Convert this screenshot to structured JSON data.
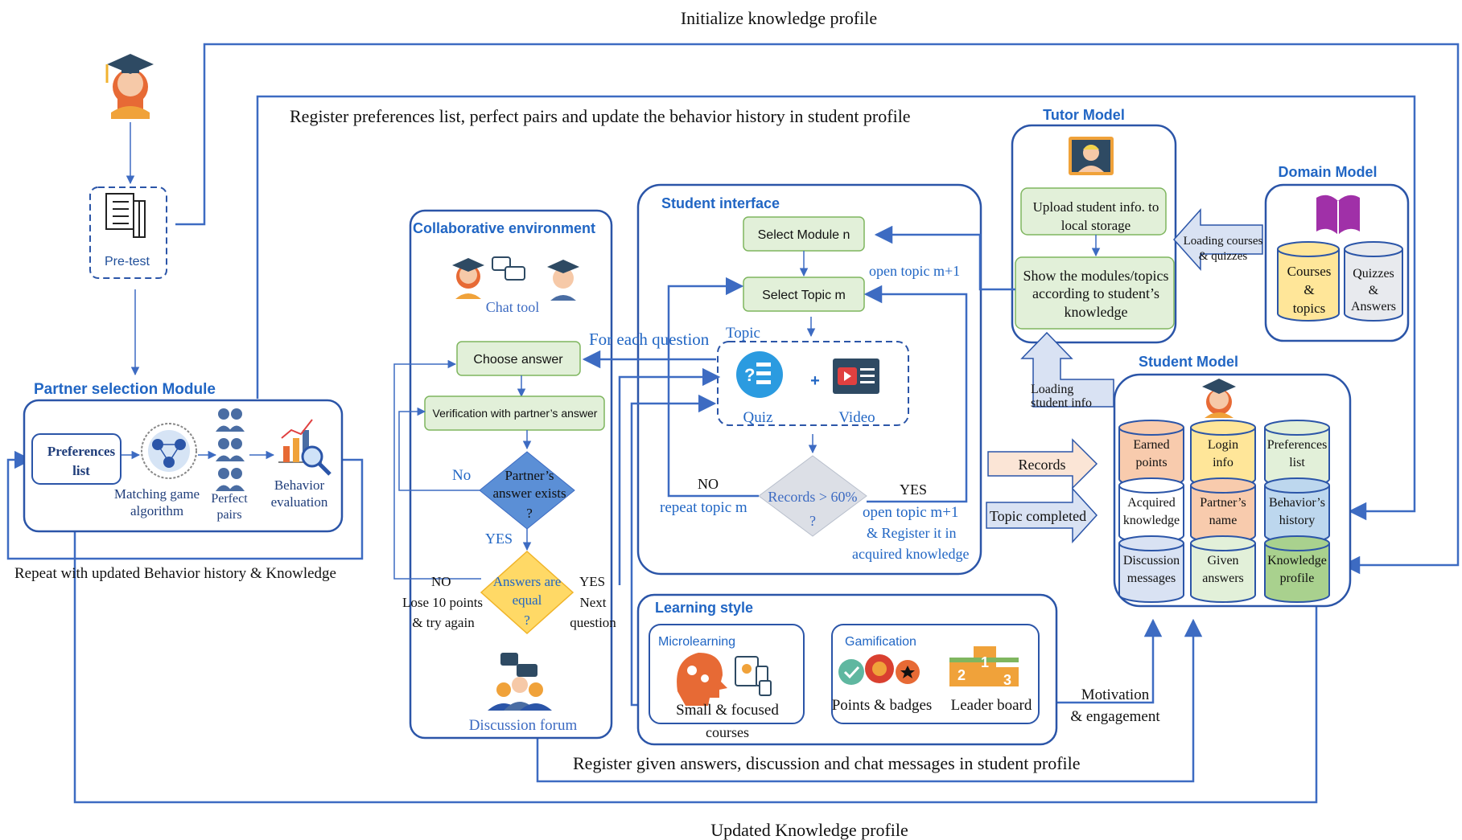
{
  "colors": {
    "blue": "#3d6bc2",
    "dark_blue": "#2b55a8",
    "title_blue": "#2166c4",
    "green_fill": "#e2f0d9",
    "green_stroke": "#7fb65f",
    "diamond_blue": "#5b8fd6",
    "diamond_grey": "#dcdfe6",
    "diamond_yellow": "#ffd966"
  },
  "top_labels": {
    "initialize": "Initialize knowledge profile",
    "register_prefs": "Register preferences list, perfect pairs and update the behavior history in student profile",
    "register_answers": "Register given answers, discussion and chat messages in student profile",
    "updated_knowledge": "Updated Knowledge profile",
    "repeat": "Repeat with updated Behavior history & Knowledge"
  },
  "pretest": {
    "label": "Pre-test"
  },
  "partner_module": {
    "title": "Partner selection Module",
    "preferences_line1": "Preferences",
    "preferences_line2": "list",
    "matching_line1": "Matching game",
    "matching_line2": "algorithm",
    "perfect_line1": "Perfect",
    "perfect_line2": "pairs",
    "behavior_line1": "Behavior",
    "behavior_line2": "evaluation"
  },
  "collab": {
    "title": "Collaborative environment",
    "chat_tool": "Chat tool",
    "choose_answer": "Choose answer",
    "verification": "Verification with partner’s answer",
    "no": "No",
    "partner_line1": "Partner’s",
    "partner_line2": "answer exists",
    "q": "?",
    "yes": "YES",
    "answers_line1": "Answers are",
    "answers_line2": "equal",
    "no2": "NO",
    "lose_line1": "Lose 10 points",
    "lose_line2": "& try again",
    "yes2": "YES",
    "next_line1": "Next",
    "next_line2": "question",
    "discussion_forum": "Discussion forum"
  },
  "student_interface": {
    "title": "Student interface",
    "select_module": "Select Module n",
    "select_topic": "Select Topic m",
    "open_topic": "open topic m+1",
    "for_each": "For each question",
    "topic": "Topic",
    "quiz": "Quiz",
    "plus": "+",
    "video": "Video",
    "no": "NO",
    "repeat_topic": "repeat topic m",
    "records": "Records > 60%",
    "q": "?",
    "yes": "YES",
    "open_line1": "open topic m+1",
    "open_line2": "& Register it in",
    "open_line3": "acquired knowledge"
  },
  "learning_style": {
    "title": "Learning style",
    "micro_title": "Microlearning",
    "micro_line1": "Small & focused",
    "micro_line2": "courses",
    "gam_title": "Gamification",
    "points": "Points & badges",
    "leader": "Leader board",
    "rank1": "1",
    "rank2": "2",
    "rank3": "3",
    "motivation_line1": "Motivation",
    "motivation_line2": "& engagement"
  },
  "tutor": {
    "title": "Tutor Model",
    "upload_line1": "Upload student info. to",
    "upload_line2": "local storage",
    "show_line1": "Show the modules/topics",
    "show_line2": "according to student’s",
    "show_line3": "knowledge"
  },
  "domain": {
    "title": "Domain Model",
    "courses": [
      "Courses",
      "&",
      "topics"
    ],
    "quizzes": [
      "Quizzes",
      "&",
      "Answers"
    ]
  },
  "arrows": {
    "loading_courses_line1": "Loading courses",
    "loading_courses_line2": "& quizzes",
    "loading_student_line1": "Loading",
    "loading_student_line2": "student info",
    "records": "Records",
    "topic_completed": "Topic completed"
  },
  "student_model": {
    "title": "Student Model",
    "cylinders": [
      {
        "lines": [
          "Earned",
          "points"
        ],
        "fill": "#f8cbad"
      },
      {
        "lines": [
          "Login",
          "info"
        ],
        "fill": "#ffe699"
      },
      {
        "lines": [
          "Preferences",
          "list"
        ],
        "fill": "#e2f0d9"
      },
      {
        "lines": [
          "Acquired",
          "knowledge"
        ],
        "fill": "#ffffff"
      },
      {
        "lines": [
          "Partner’s",
          "name"
        ],
        "fill": "#f8cbad"
      },
      {
        "lines": [
          "Behavior’s",
          "history"
        ],
        "fill": "#bdd7ee"
      },
      {
        "lines": [
          "Discussion",
          "messages"
        ],
        "fill": "#d9e2f3"
      },
      {
        "lines": [
          "Given",
          "answers"
        ],
        "fill": "#e2f0d9"
      },
      {
        "lines": [
          "Knowledge",
          "profile"
        ],
        "fill": "#a9d18e"
      }
    ]
  }
}
